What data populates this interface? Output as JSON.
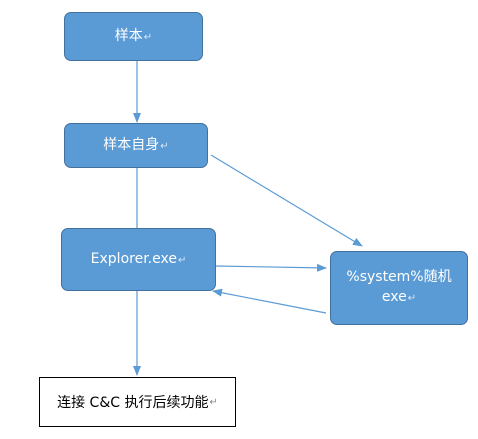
{
  "nodes": {
    "sample": {
      "label": "样本"
    },
    "sample_self": {
      "label": "样本自身"
    },
    "explorer": {
      "label": "Explorer.exe"
    },
    "random_exe": {
      "line1": "%system%随机",
      "line2": "exe"
    },
    "connect_cc": {
      "label": "连接 C&C 执行后续功能"
    }
  },
  "paragraph_mark": "↵",
  "colors": {
    "node_fill": "#5b9bd5",
    "node_border": "#41719c",
    "arrow": "#5b9bd5"
  }
}
